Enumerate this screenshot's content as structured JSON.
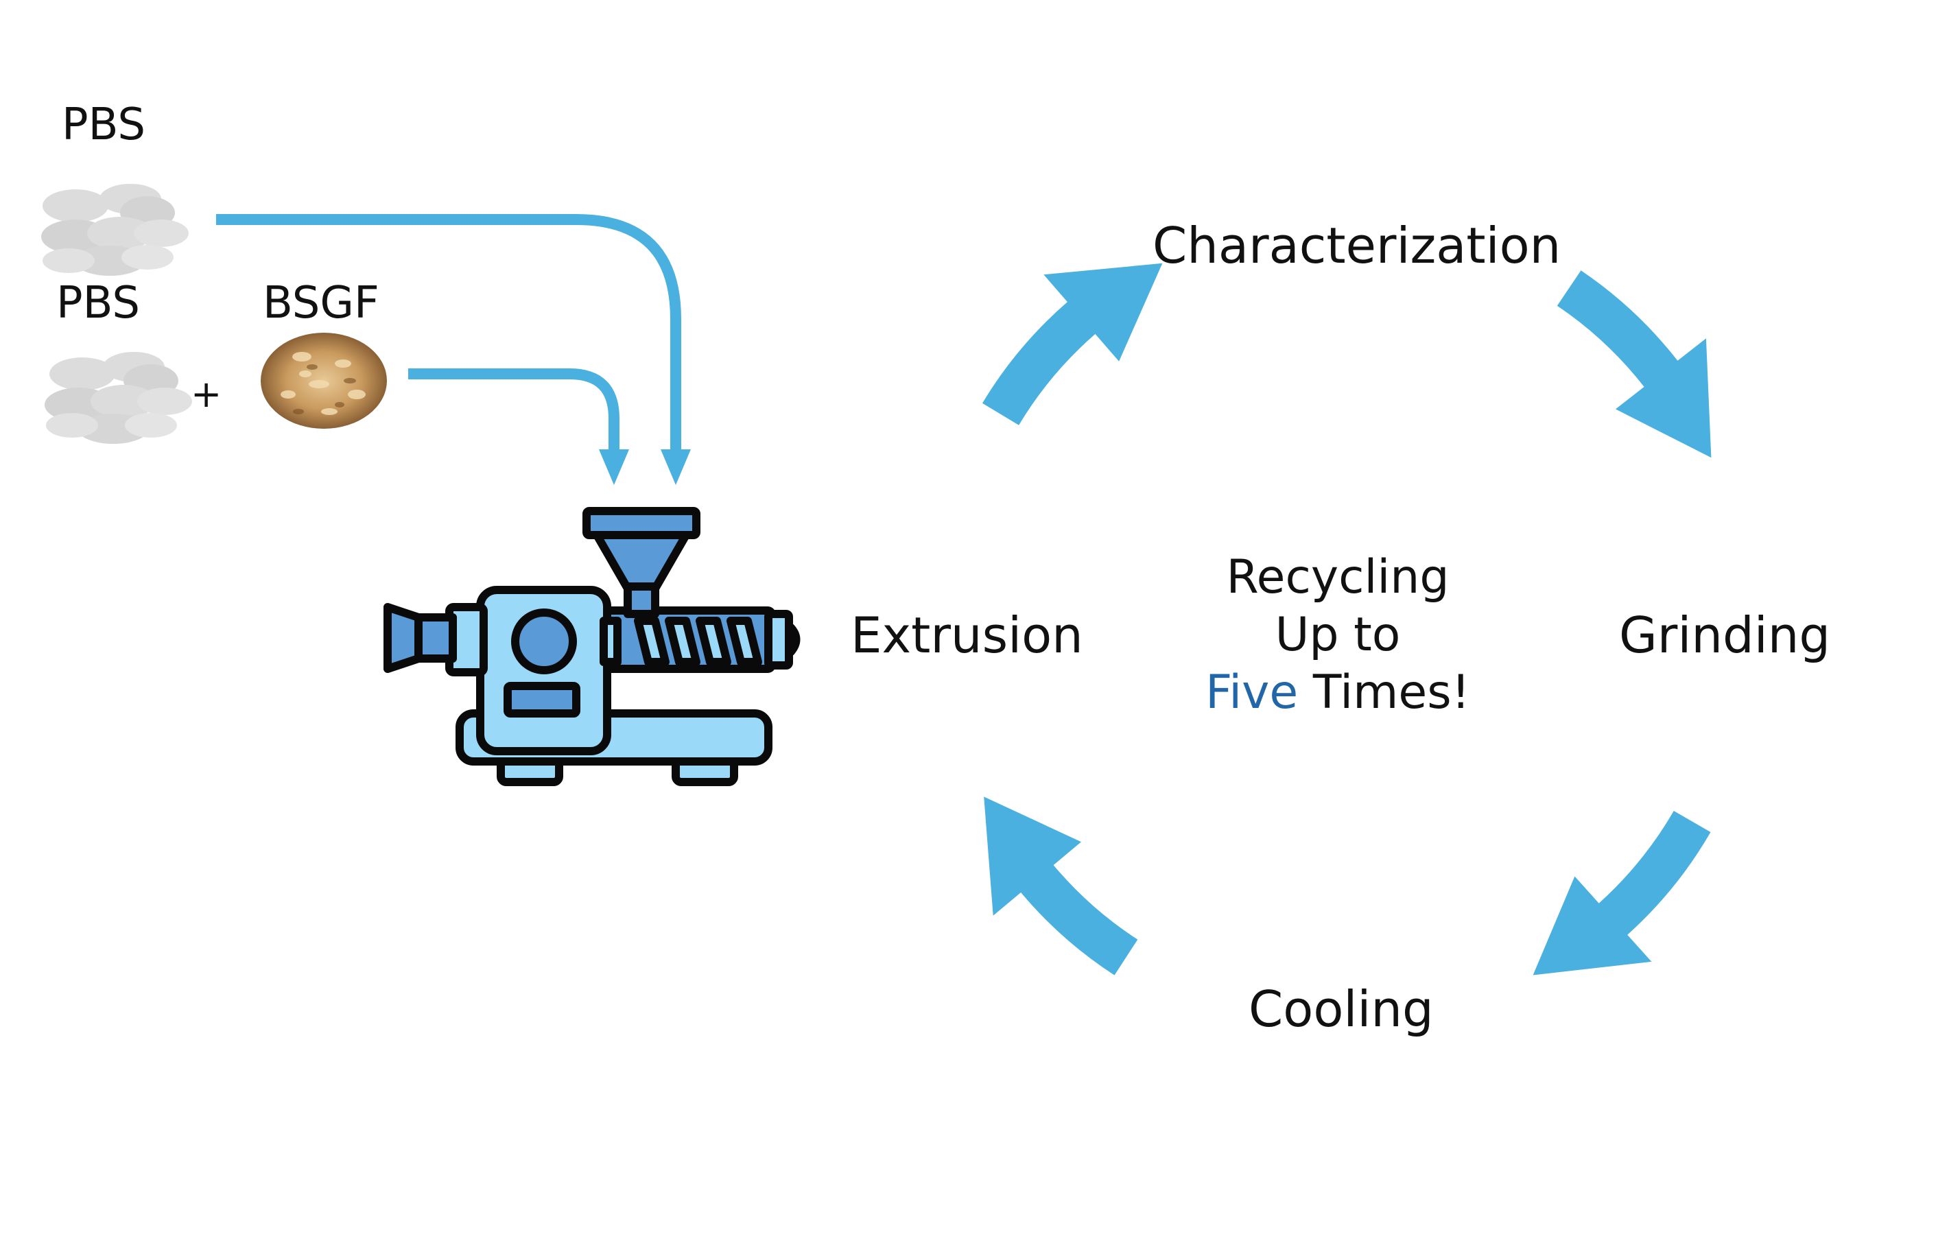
{
  "colors": {
    "arrow": "#4ab0e0",
    "highlight": "#2166a8",
    "machine_light": "#9ad9f7",
    "machine_mid": "#5a9ad6",
    "machine_outline": "#0a0a0a",
    "pellet": "#d6d6d6",
    "grain": "#c8a070"
  },
  "feeds": {
    "pbs_top_label": "PBS",
    "pbs_bottom_label": "PBS",
    "bsgf_label": "BSGF",
    "plus_sign": "+"
  },
  "cycle": {
    "steps": [
      "Extrusion",
      "Characterization",
      "Grinding",
      "Cooling"
    ],
    "center_line1": "Recycling",
    "center_line2": "Up to",
    "center_highlight": "Five",
    "center_line3_rest": " Times!"
  },
  "icons": {
    "pellets": "pellets-icon",
    "fiber": "grain-fiber-icon",
    "extruder": "extruder-icon"
  }
}
